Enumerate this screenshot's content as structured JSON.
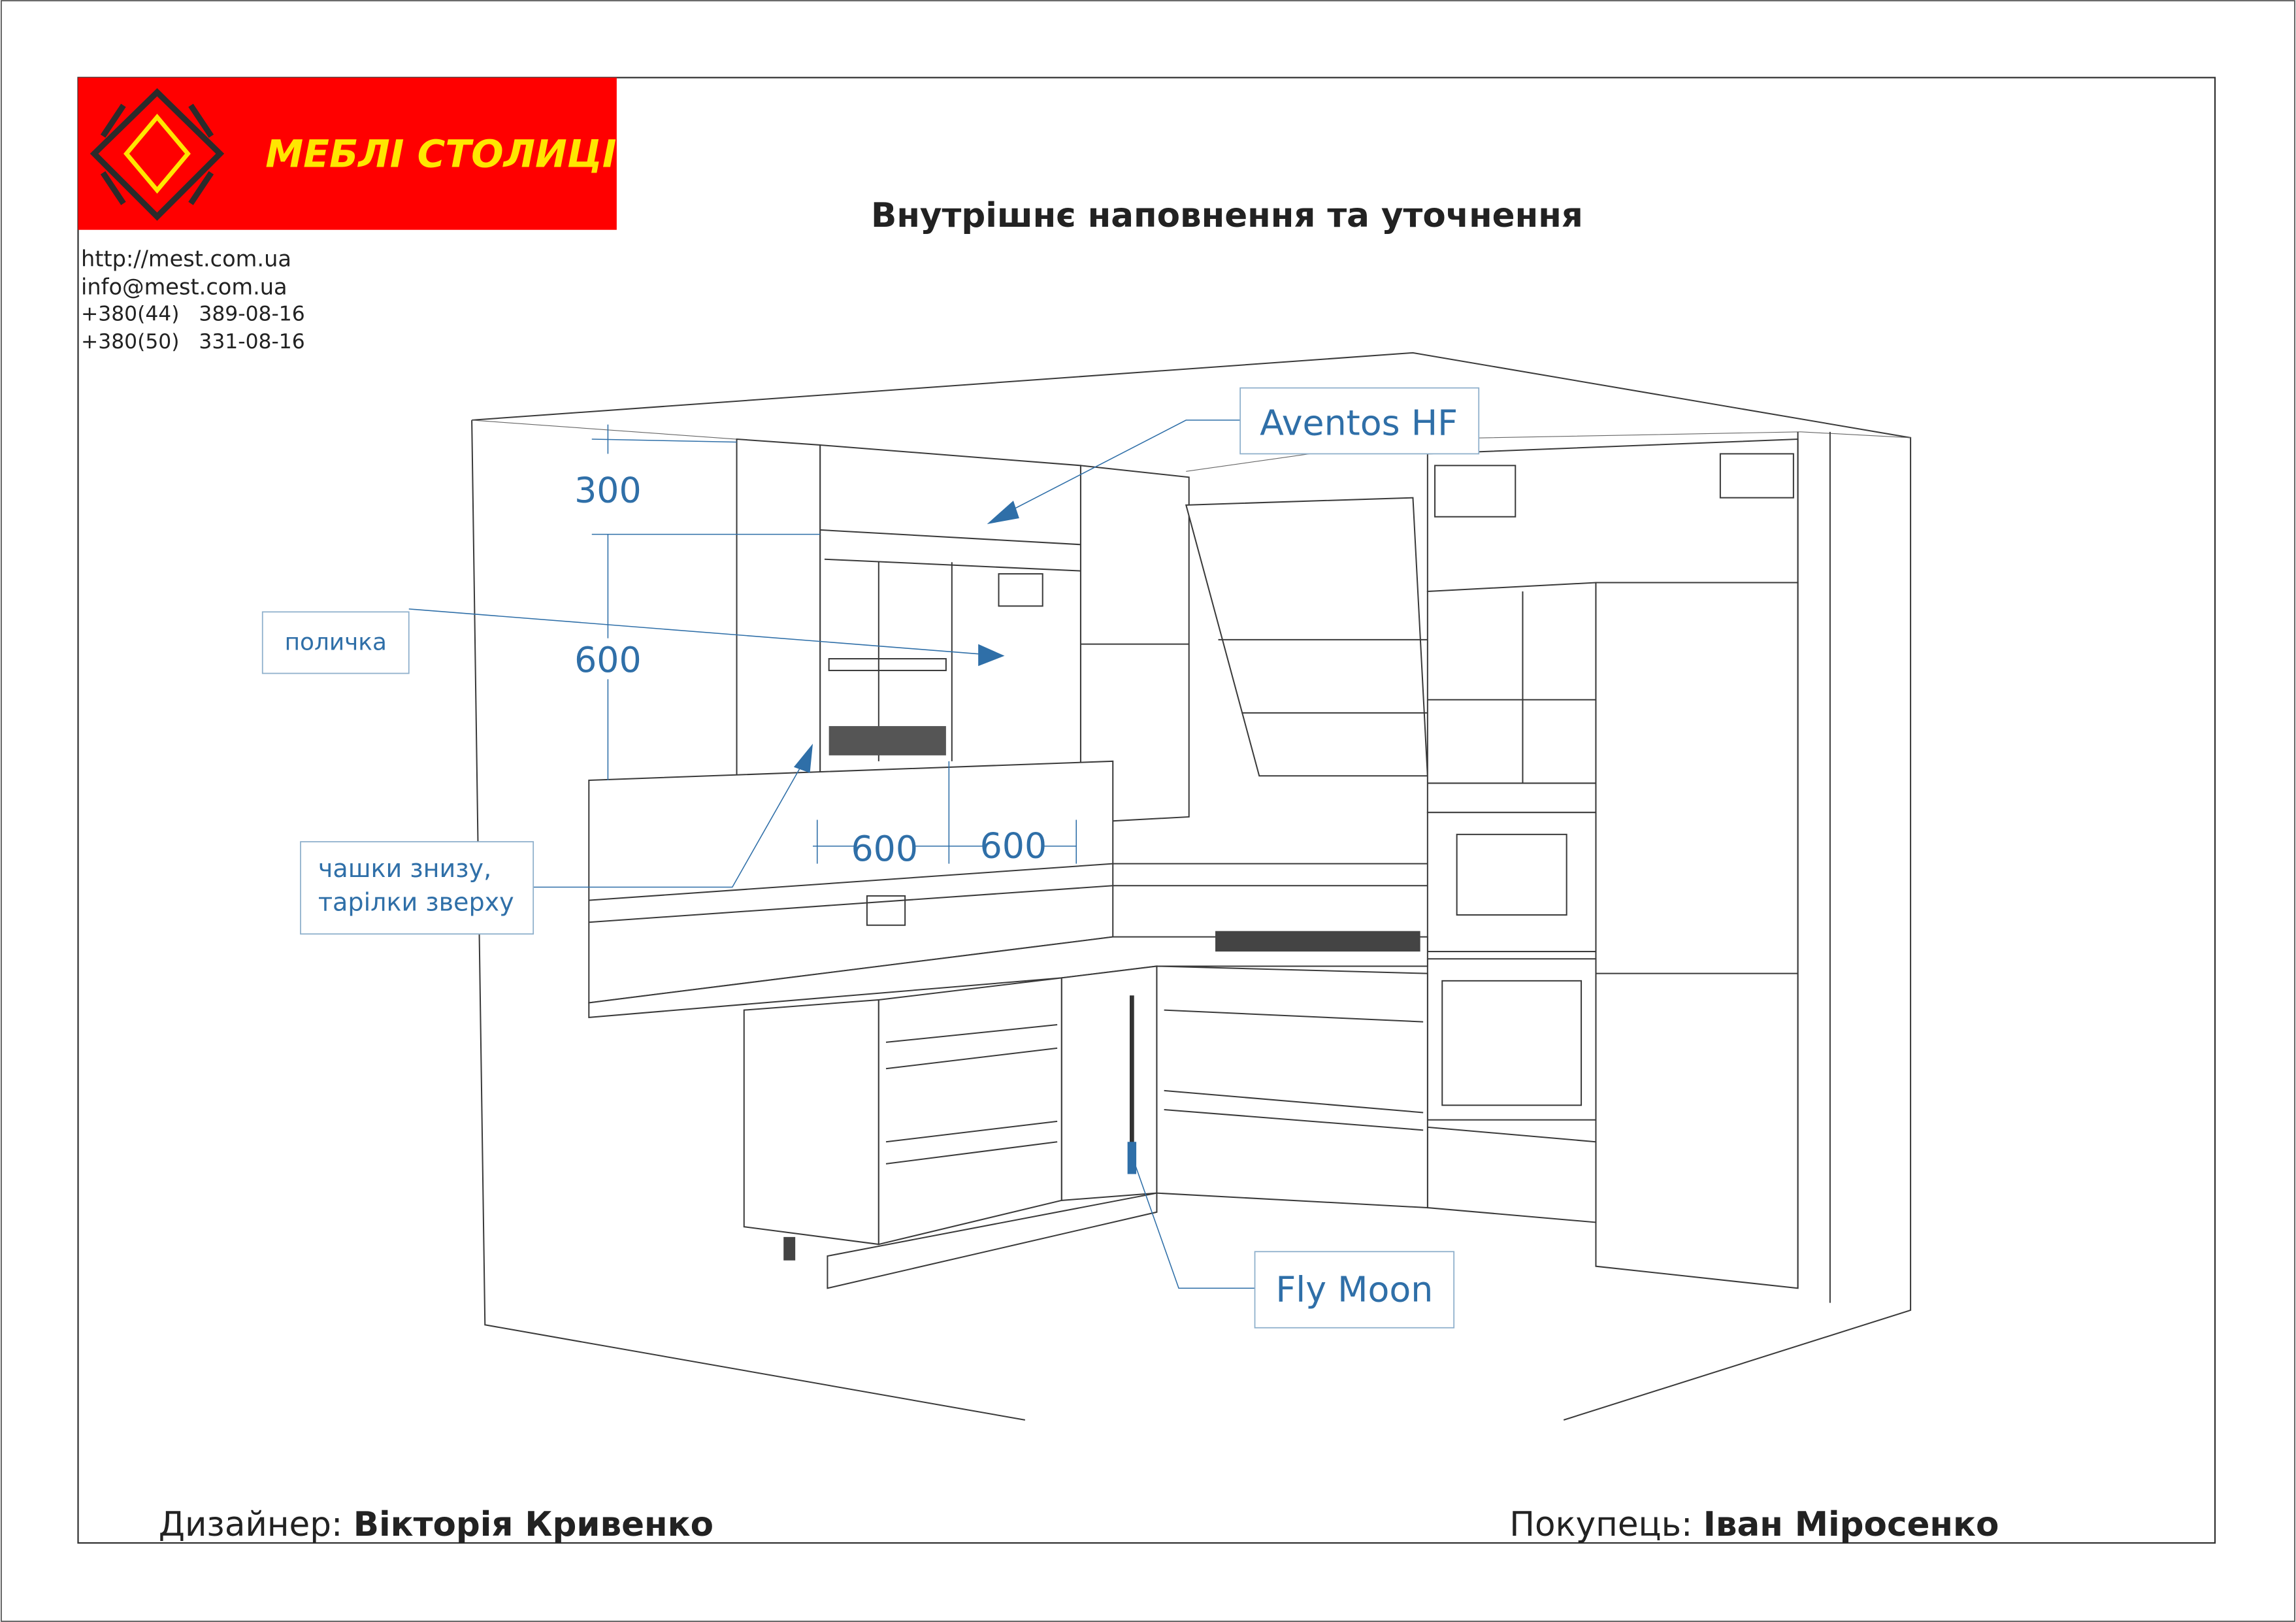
{
  "brand": {
    "name": "МЕБЛІ СТОЛИЦІ",
    "bg_color": "#ff0000",
    "text_color": "#ffe600"
  },
  "contacts": [
    "http://mest.com.ua",
    "info@mest.com.ua",
    "+380(44)   389-08-16",
    "+380(50)   331-08-16"
  ],
  "title": "Внутрішнє наповнення та уточнення",
  "dimensions": {
    "top_gap": "300",
    "cabinet_height": "600",
    "width_left": "600",
    "width_right": "600"
  },
  "callouts": {
    "aventos": "Aventos HF",
    "shelf": "поличка",
    "dishes_line1": "чашки знизу,",
    "dishes_line2": "тарілки зверху",
    "flymoon": "Fly Moon"
  },
  "footer": {
    "designer_label": "Дизайнер:",
    "designer_name": "Вікторія Кривенко",
    "customer_label": "Покупець:",
    "customer_name": "Іван Міросенко"
  },
  "colors": {
    "accent": "#2f6fa8"
  }
}
